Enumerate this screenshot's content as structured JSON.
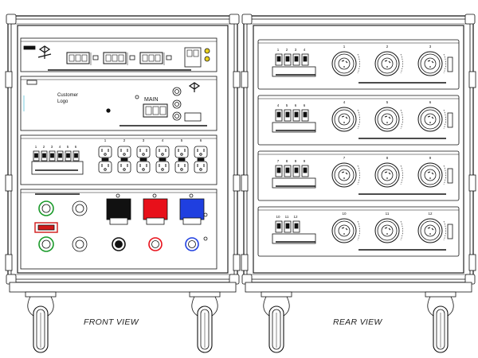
{
  "captions": {
    "front": "FRONT VIEW",
    "rear": "REAR VIEW"
  },
  "front": {
    "customer_logo": [
      "Customer",
      "Logo"
    ],
    "main_label": "MAIN",
    "breaker_numbers": [
      "1",
      "2",
      "3",
      "4",
      "5",
      "6"
    ],
    "outlet_numbers": [
      "1",
      "2",
      "3",
      "4",
      "5",
      "6"
    ],
    "camlock_colors": [
      "#111111",
      "#e8101a",
      "#1f3fe0"
    ],
    "green_ring": "#1a9a2a",
    "red_ring": "#d01818",
    "blue_ring": "#2030d0",
    "indicator_yellow": "#e8d020",
    "accent_cyan": "#22aacc"
  },
  "rear": {
    "panels": [
      {
        "breakers": [
          "1",
          "2",
          "3",
          "4"
        ],
        "connectors": [
          "1",
          "2",
          "3"
        ]
      },
      {
        "breakers": [
          "4",
          "5",
          "6",
          "6"
        ],
        "connectors": [
          "4",
          "5",
          "6"
        ]
      },
      {
        "breakers": [
          "7",
          "8",
          "9",
          "9"
        ],
        "connectors": [
          "7",
          "8",
          "9"
        ]
      },
      {
        "breakers": [
          "10",
          "11",
          "12"
        ],
        "connectors": [
          "10",
          "11",
          "12"
        ]
      }
    ]
  }
}
